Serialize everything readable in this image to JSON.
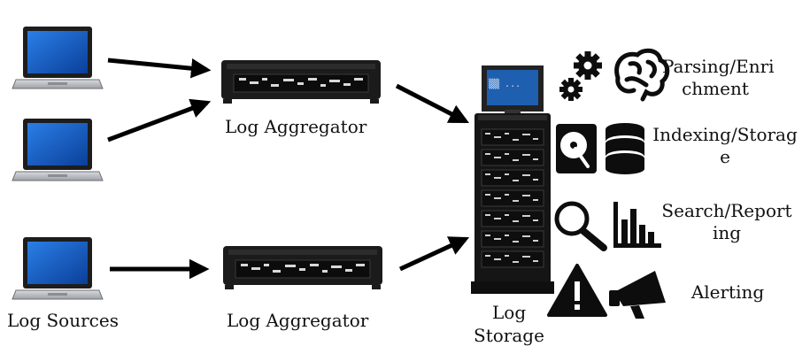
{
  "labels": {
    "log_sources": "Log Sources",
    "aggregator_top": "Log Aggregator",
    "aggregator_bottom": "Log Aggregator",
    "storage_line1": "Log",
    "storage_line2": "Storage",
    "monitor_text": "▒▒ ...",
    "capabilities": [
      {
        "line1": "Parsing/Enri",
        "line2": "chment"
      },
      {
        "line1": "Indexing/Storag",
        "line2": "e"
      },
      {
        "line1": "Search/Report",
        "line2": "ing"
      },
      {
        "line1": "Alerting",
        "line2": ""
      }
    ]
  },
  "icons": [
    "laptop-icon",
    "rack-server-icon",
    "storage-tower-icon",
    "gears-icon",
    "brain-icon",
    "hard-disk-icon",
    "database-icon",
    "magnifier-icon",
    "bar-chart-icon",
    "warning-icon",
    "megaphone-icon"
  ],
  "colors": {
    "screen": "#1464c8",
    "ink": "#111111",
    "server": "#1a1a1a",
    "laptop_body": "#b9bcc2"
  }
}
